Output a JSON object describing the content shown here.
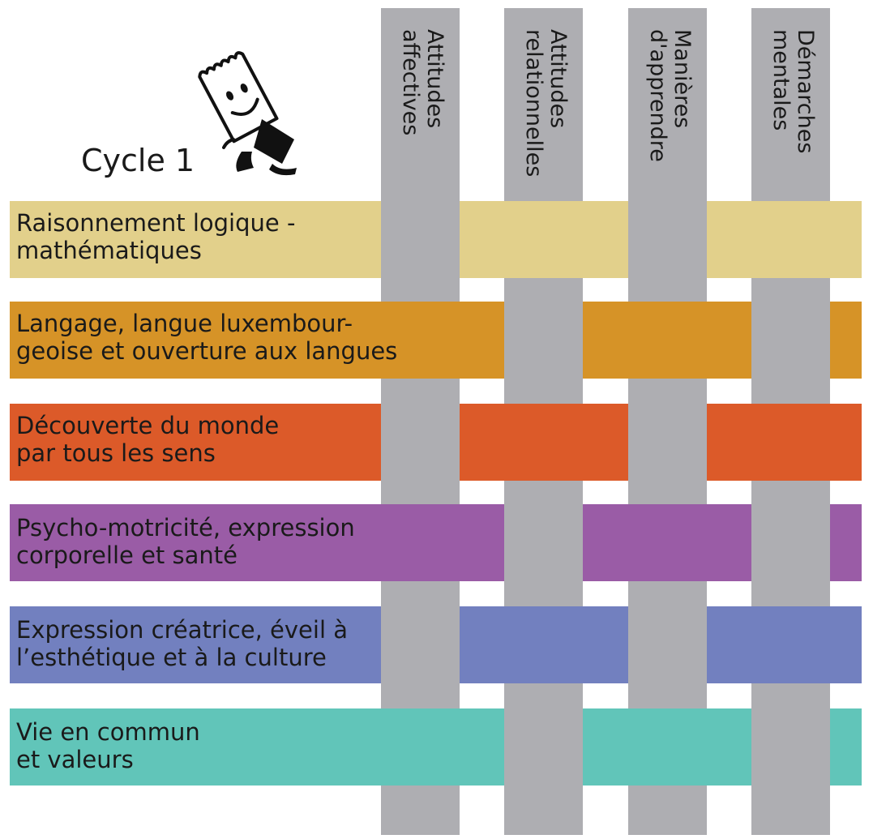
{
  "title": "Cycle 1",
  "mascot": {
    "icon": "mascot-icon"
  },
  "columns": [
    {
      "label": "Attitudes\naffectives"
    },
    {
      "label": "Attitudes\nrelationnelles"
    },
    {
      "label": "Manières\nd'apprendre"
    },
    {
      "label": "Démarches\nmentales"
    }
  ],
  "bands": [
    {
      "label": "Raisonnement logique -\nmathématiques",
      "color": "#e2d08b"
    },
    {
      "label": "Langage, langue luxembour-\ngeoise et ouverture aux langues",
      "color": "#d69327"
    },
    {
      "label": "Découverte du monde\npar tous les sens",
      "color": "#dc5a29"
    },
    {
      "label": "Psycho-motricité, expression\ncorporelle et santé",
      "color": "#9a5ca6"
    },
    {
      "label": "Expression créatrice, éveil à\nl’esthétique et à la culture",
      "color": "#7280bf"
    },
    {
      "label": "Vie en commun\net valeurs",
      "color": "#61c5b9"
    }
  ],
  "colors": {
    "column": "#aeaeb2"
  }
}
